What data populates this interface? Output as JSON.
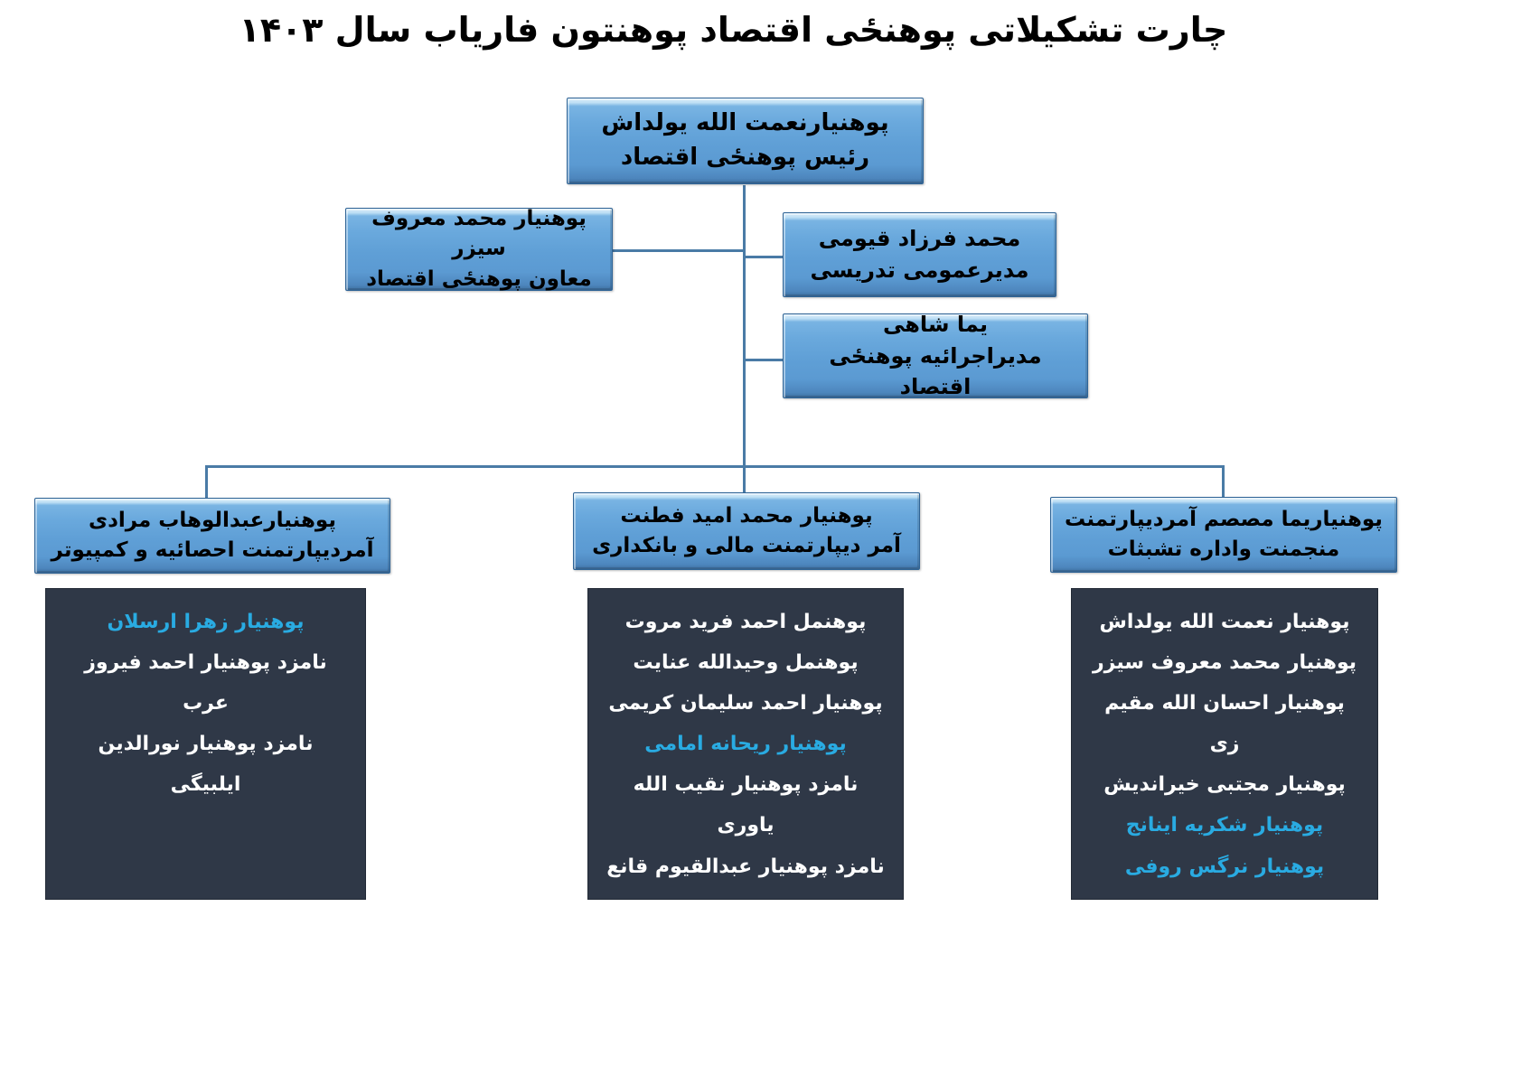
{
  "title": "چارت تشکیلاتی پوهنځی اقتصاد پوهنتون فاریاب سال ۱۴۰۳",
  "colors": {
    "box_fill": "#5f9fd6",
    "box_border": "#2f6496",
    "line": "#4a7ba6",
    "panel_bg": "#2f3847",
    "panel_text": "#ffffff",
    "highlight_text": "#29abe2",
    "title_text": "#000000"
  },
  "chart_data": {
    "type": "diagram",
    "title": "چارت تشکیلاتی پوهنځی اقتصاد پوهنتون فاریاب سال ۱۴۰۳",
    "nodes": [
      {
        "id": "head",
        "level": 1,
        "name": "پوهنیارنعمت الله یولداش",
        "role": "رئیس پوهنځی اقتصاد"
      },
      {
        "id": "deputy",
        "level": 2,
        "name": "پوهنیار محمد معروف سیزر",
        "role": "معاون پوهنځی اقتصاد"
      },
      {
        "id": "teaching",
        "level": 2,
        "name": "محمد فرزاد قیومی",
        "role": "مدیرعمومی تدریسی"
      },
      {
        "id": "executive",
        "level": 2,
        "name": "یما شاهی",
        "role": "مدیراجرائیه پوهنځی اقتصاد"
      },
      {
        "id": "dept_stat",
        "level": 3,
        "name": "پوهنیارعبدالوهاب مرادی",
        "role": "آمردیپارتمنت احصائیه و کمپیوتر"
      },
      {
        "id": "dept_fin",
        "level": 3,
        "name": "پوهنیار محمد امید فطنت",
        "role": "آمر دیپارتمنت مالی و بانکداری"
      },
      {
        "id": "dept_mgmt",
        "level": 3,
        "name": "پوهنیاریما مصصم آمردیپارتمنت",
        "role": "منجمنت واداره تشبثات"
      }
    ],
    "edges": [
      {
        "from": "head",
        "to": "deputy"
      },
      {
        "from": "head",
        "to": "teaching"
      },
      {
        "from": "head",
        "to": "executive"
      },
      {
        "from": "head",
        "to": "dept_stat"
      },
      {
        "from": "head",
        "to": "dept_fin"
      },
      {
        "from": "head",
        "to": "dept_mgmt"
      }
    ]
  },
  "boxes": {
    "head": {
      "line1": "پوهنیارنعمت الله یولداش",
      "line2": "رئیس پوهنځی اقتصاد"
    },
    "deputy": {
      "line1": "پوهنیار محمد معروف سیزر",
      "line2": "معاون پوهنځی اقتصاد"
    },
    "teaching": {
      "line1": "محمد فرزاد قیومی",
      "line2": "مدیرعمومی تدریسی"
    },
    "executive": {
      "line1": "یما شاهی",
      "line2": "مدیراجرائیه پوهنځی اقتصاد"
    },
    "dept_stat": {
      "line1": "پوهنیارعبدالوهاب مرادی",
      "line2": "آمردیپارتمنت احصائیه و کمپیوتر"
    },
    "dept_fin": {
      "line1": "پوهنیار محمد امید فطنت",
      "line2": "آمر دیپارتمنت مالی و بانکداری"
    },
    "dept_mgmt": {
      "line1": "پوهنیاریما مصصم آمردیپارتمنت",
      "line2": "منجمنت واداره تشبثات"
    }
  },
  "panels": {
    "stat": {
      "members": [
        {
          "name": "پوهنیار زهرا ارسلان",
          "highlight": true
        },
        {
          "name": "نامزد پوهنیار احمد فیروز عرب",
          "highlight": false
        },
        {
          "name": "نامزد پوهنیار نورالدین ایلبیگی",
          "highlight": false
        }
      ]
    },
    "fin": {
      "members": [
        {
          "name": "پوهنمل احمد فرید مروت",
          "highlight": false
        },
        {
          "name": "پوهنمل وحیدالله عنایت",
          "highlight": false
        },
        {
          "name": "پوهنیار احمد سلیمان کریمی",
          "highlight": false
        },
        {
          "name": "پوهنیار ریحانه امامی",
          "highlight": true
        },
        {
          "name": "نامزد پوهنیار نقیب الله یاوری",
          "highlight": false
        },
        {
          "name": "نامزد پوهنیار عبدالقیوم قانع",
          "highlight": false
        }
      ]
    },
    "mgmt": {
      "members": [
        {
          "name": "پوهنیار نعمت الله یولداش",
          "highlight": false
        },
        {
          "name": "پوهنیار محمد معروف سیزر",
          "highlight": false
        },
        {
          "name": "پوهنیار احسان الله مقیم زی",
          "highlight": false
        },
        {
          "name": "پوهنیار مجتبی خیراندیش",
          "highlight": false
        },
        {
          "name": "پوهنیار شکریه اینانج",
          "highlight": true
        },
        {
          "name": "پوهنیار نرگس روفی",
          "highlight": true
        }
      ]
    }
  }
}
